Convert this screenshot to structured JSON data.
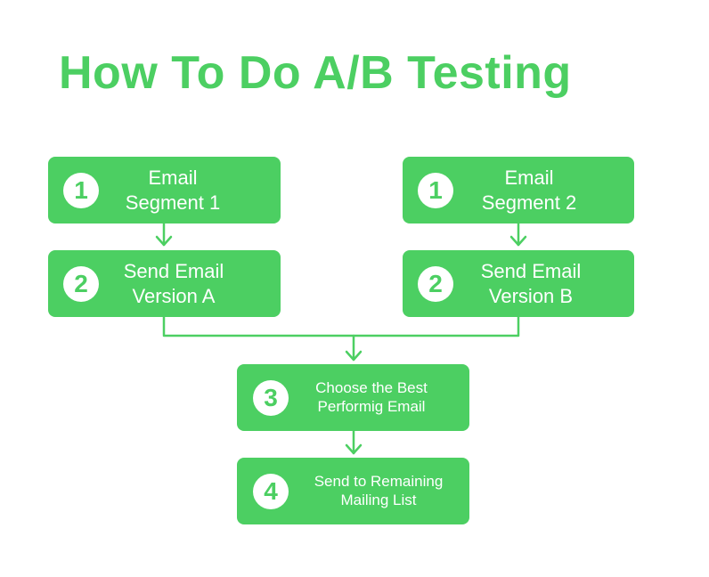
{
  "title": "How To Do A/B Testing",
  "colors": {
    "accent": "#4ccf62",
    "text_on_accent": "#ffffff"
  },
  "steps": {
    "segment_1": {
      "number": "1",
      "line1": "Email",
      "line2": "Segment 1"
    },
    "segment_2": {
      "number": "1",
      "line1": "Email",
      "line2": "Segment 2"
    },
    "version_a": {
      "number": "2",
      "line1": "Send Email",
      "line2": "Version A"
    },
    "version_b": {
      "number": "2",
      "line1": "Send Email",
      "line2": "Version B"
    },
    "choose_best": {
      "number": "3",
      "line1": "Choose the Best",
      "line2": "Performig Email"
    },
    "send_remaining": {
      "number": "4",
      "line1": "Send to Remaining",
      "line2": "Mailing List"
    }
  }
}
